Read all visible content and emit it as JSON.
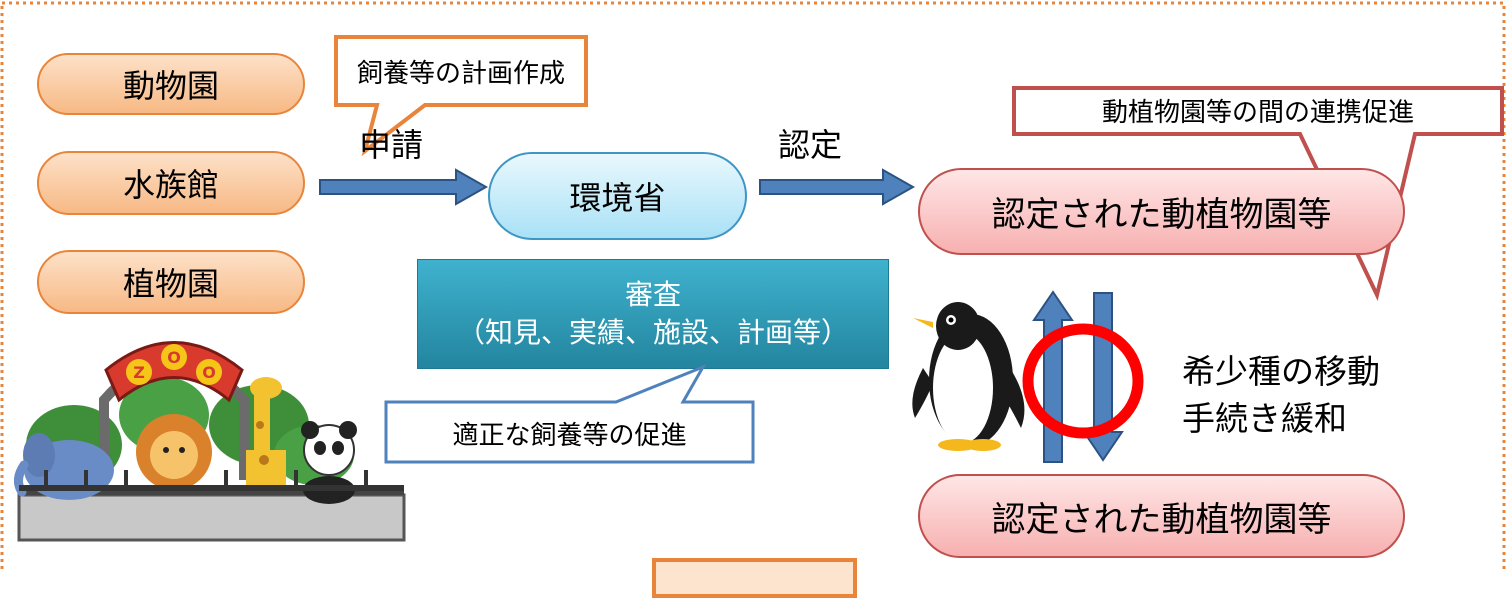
{
  "facilities": [
    "動物園",
    "水族館",
    "植物園"
  ],
  "labels": {
    "apply": "申請",
    "certify": "認定",
    "ministry": "環境省",
    "certified_top": "認定された動植物園等",
    "certified_bottom": "認定された動植物園等",
    "rare_species_line1": "希少種の移動",
    "rare_species_line2": "手続き緩和",
    "review_title": "審査",
    "review_detail": "（知見、実績、施設、計画等）"
  },
  "callouts": {
    "plan": "飼養等の計画作成",
    "cooperation": "動植物園等の間の連携促進",
    "proper_care": "適正な飼養等の促進"
  },
  "illustrations": {
    "zoo_sign": "ZOO",
    "icons": [
      "zoo-illustration",
      "penguin-illustration"
    ]
  },
  "colors": {
    "orange_border": "#e9853b",
    "blue_border": "#3f95c4",
    "red_border": "#c0504d",
    "arrow_blue": "#4f81bd",
    "review_box": "#2a97b3",
    "circle_red": "#ff0000"
  }
}
